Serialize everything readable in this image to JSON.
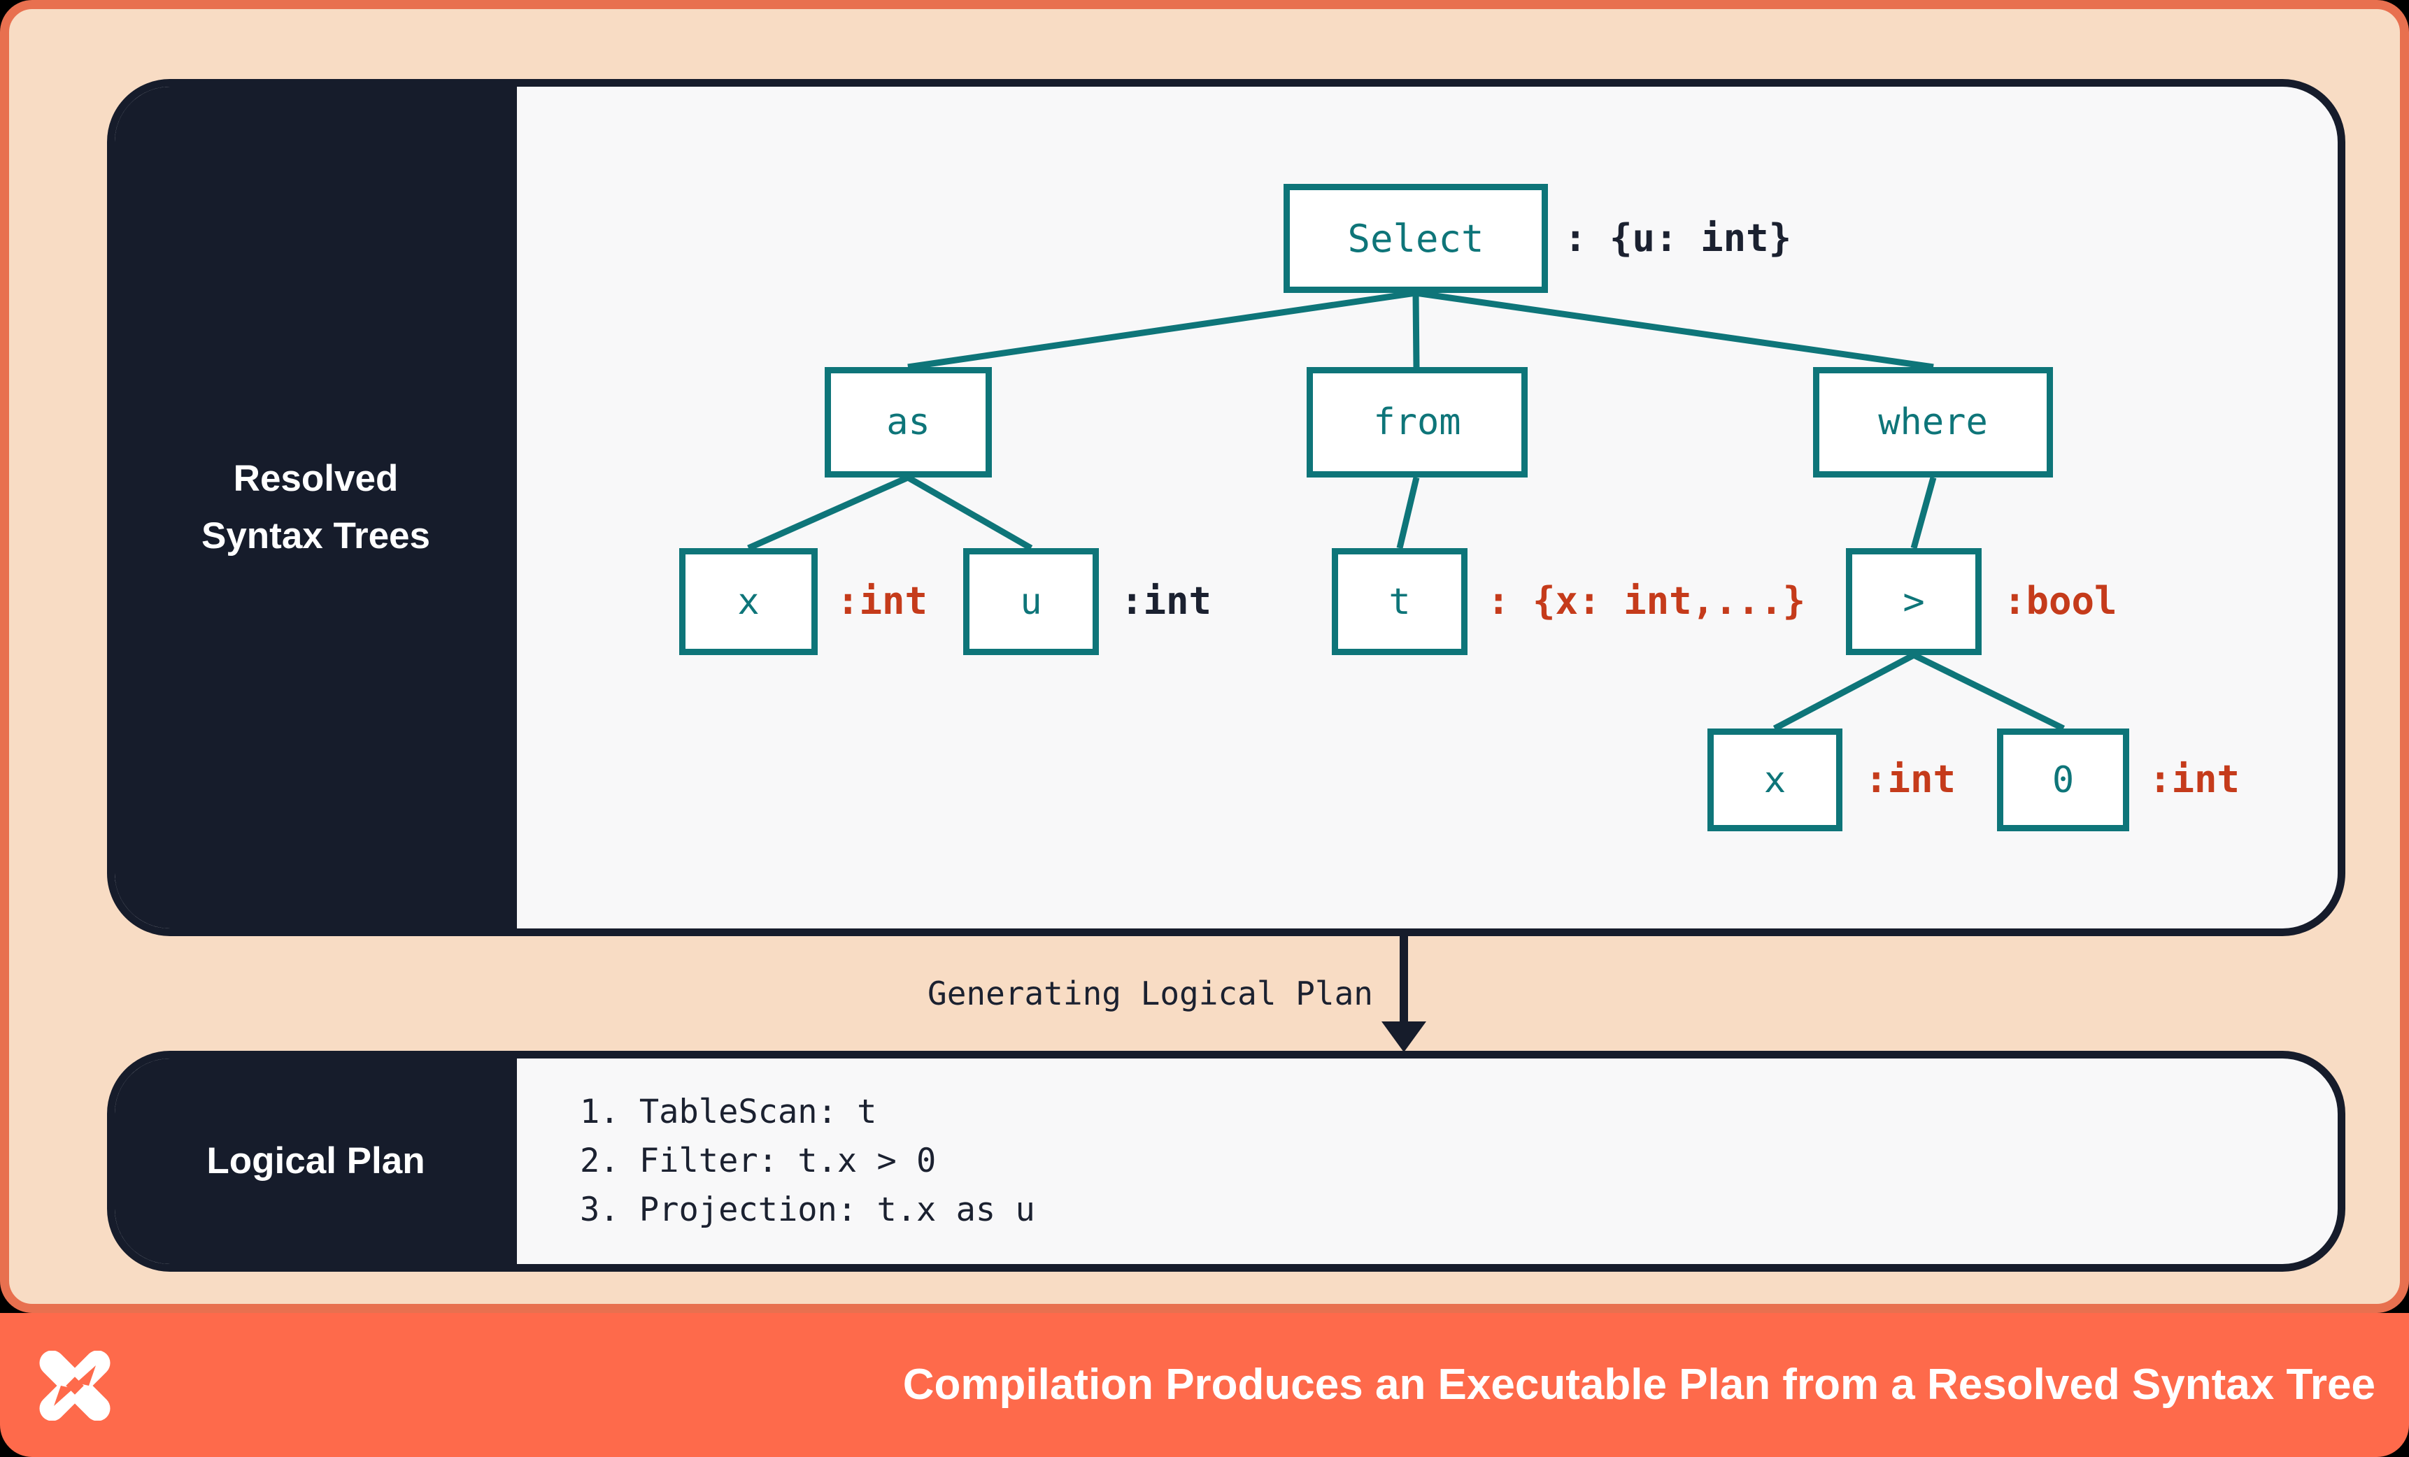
{
  "colors": {
    "frame_border": "#e8704f",
    "background_peach": "#f8dcc4",
    "panel_dark": "#161c2b",
    "panel_light": "#f8f8f9",
    "node_teal": "#0e7579",
    "annotation_rust": "#c53b1b",
    "annotation_dark": "#1b2130",
    "footer_orange": "#fe6a4b",
    "text_white": "#ffffff"
  },
  "rst_panel": {
    "label_line1": "Resolved",
    "label_line2": "Syntax Trees",
    "tree": {
      "nodes": [
        {
          "id": "select",
          "label": "Select",
          "annotation": ": {u: int}",
          "annotation_color": "#1b2130"
        },
        {
          "id": "as",
          "label": "as",
          "annotation": "",
          "annotation_color": ""
        },
        {
          "id": "from",
          "label": "from",
          "annotation": "",
          "annotation_color": ""
        },
        {
          "id": "where",
          "label": "where",
          "annotation": "",
          "annotation_color": ""
        },
        {
          "id": "x1",
          "label": "x",
          "annotation": ":int",
          "annotation_color": "#c53b1b"
        },
        {
          "id": "u",
          "label": "u",
          "annotation": ":int",
          "annotation_color": "#1b2130"
        },
        {
          "id": "t",
          "label": "t",
          "annotation": ": {x: int,...}",
          "annotation_color": "#c53b1b"
        },
        {
          "id": "gt",
          "label": ">",
          "annotation": ":bool",
          "annotation_color": "#c53b1b"
        },
        {
          "id": "x2",
          "label": "x",
          "annotation": ":int",
          "annotation_color": "#c53b1b"
        },
        {
          "id": "zero",
          "label": "0",
          "annotation": ":int",
          "annotation_color": "#c53b1b"
        }
      ],
      "edges": [
        [
          "select",
          "as"
        ],
        [
          "select",
          "from"
        ],
        [
          "select",
          "where"
        ],
        [
          "as",
          "x1"
        ],
        [
          "as",
          "u"
        ],
        [
          "from",
          "t"
        ],
        [
          "where",
          "gt"
        ],
        [
          "gt",
          "x2"
        ],
        [
          "gt",
          "zero"
        ]
      ]
    }
  },
  "transition": {
    "label": "Generating Logical Plan"
  },
  "logical_panel": {
    "label": "Logical Plan",
    "steps": [
      "1. TableScan: t",
      "2. Filter: t.x > 0",
      "3. Projection: t.x as u"
    ]
  },
  "footer": {
    "title": "Compilation Produces an Executable Plan from a Resolved Syntax Tree",
    "logo": "pinwheel-x-logo"
  }
}
